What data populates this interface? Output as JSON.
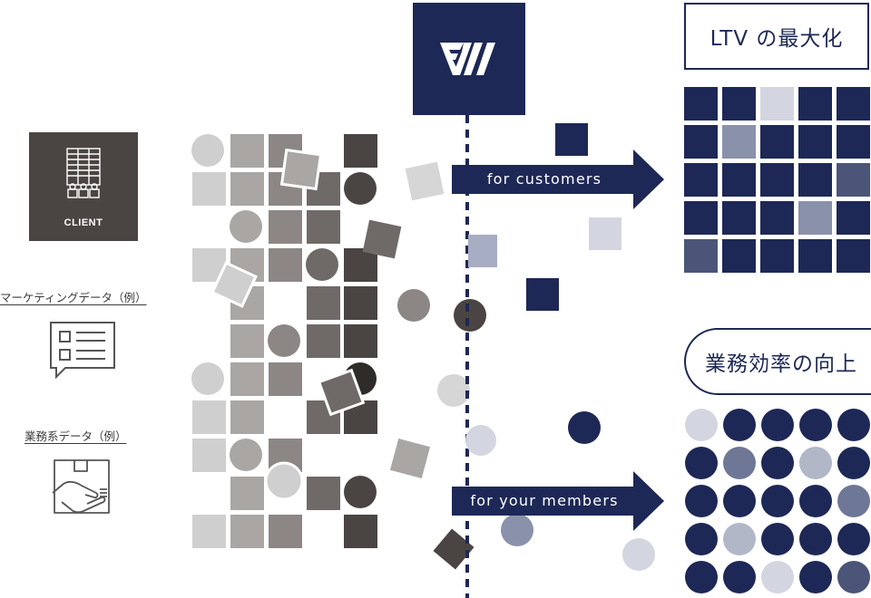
{
  "left": {
    "client_label": "CLIENT",
    "marketing_label": "マーケティングデータ（例）",
    "business_label": "業務系データ（例）",
    "icons": [
      "building-icon",
      "document-list-icon",
      "package-hand-icon"
    ]
  },
  "center": {
    "logo_text": "FW",
    "divider_style": "dashed-vertical"
  },
  "arrows": {
    "customers": "for customers",
    "members": "for your members"
  },
  "outcomes": {
    "ltv": "LTV の最大化",
    "efficiency": "業務効率の向上"
  },
  "colors": {
    "navy": "#1d2856",
    "client_bg": "#4a4542",
    "grey_light": "#cfcfcf",
    "grey_mid": "#a9a6a4",
    "grey_dark": "#6f6a67",
    "grey_darkest": "#4a4542"
  }
}
